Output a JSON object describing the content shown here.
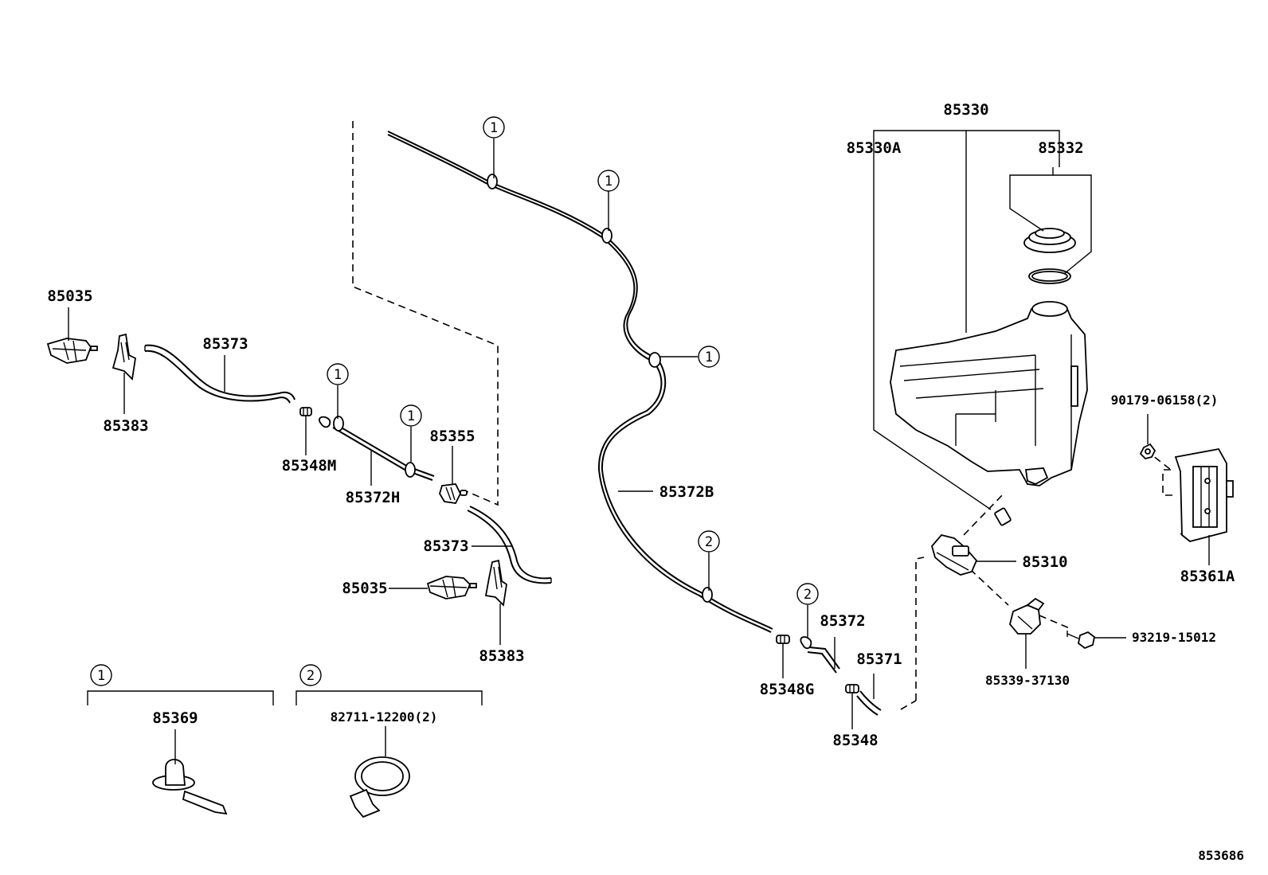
{
  "diagram_id": "853686",
  "labels": {
    "p85330": "85330",
    "p85330A": "85330A",
    "p85332": "85332",
    "p90179": "90179-06158(2)",
    "p85361A": "85361A",
    "p85310": "85310",
    "p93219": "93219-15012",
    "p85339": "85339-37130",
    "p85372": "85372",
    "p85371": "85371",
    "p85348G": "85348G",
    "p85348": "85348",
    "p85372B": "85372B",
    "p85035_top": "85035",
    "p85383_top": "85383",
    "p85373_top": "85373",
    "p85348M": "85348M",
    "p85372H": "85372H",
    "p85355": "85355",
    "p85373_mid": "85373",
    "p85035_mid": "85035",
    "p85383_bot": "85383",
    "p85369": "85369",
    "p82711": "82711-12200(2)"
  },
  "callouts": {
    "c1": "1",
    "c2": "2"
  },
  "legend": {
    "group1_marker": "1",
    "group2_marker": "2"
  },
  "colors": {
    "line": "#000000",
    "background": "#ffffff"
  }
}
